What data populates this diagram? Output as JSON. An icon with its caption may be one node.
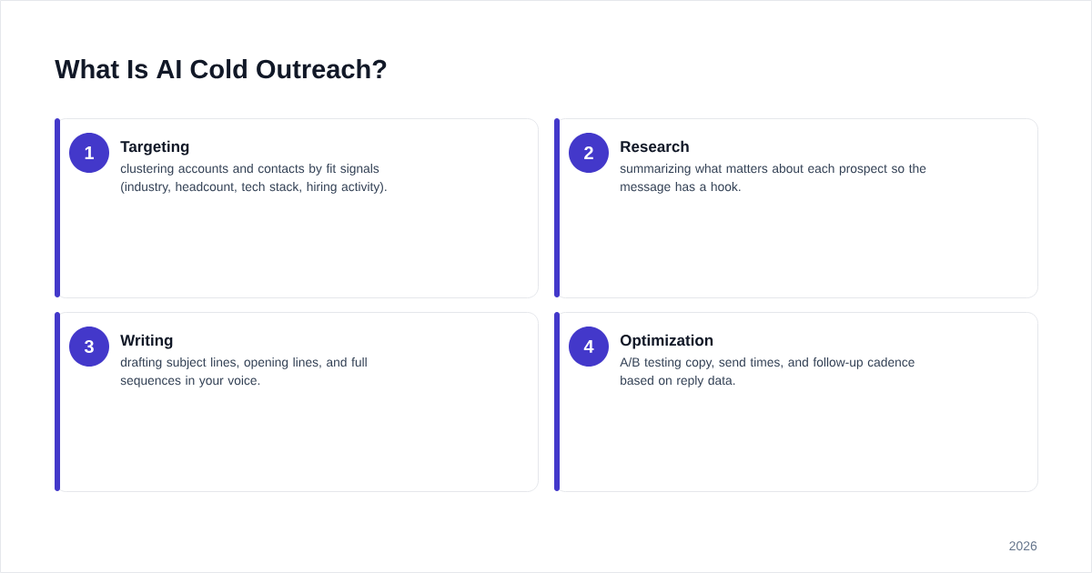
{
  "diagram": {
    "title": "What Is AI Cold Outreach?",
    "nodes": [
      {
        "text": [
          "Targeting",
          "clustering accounts and contacts by fit signals (industry, headcount, tech stack, hiring activity)."
        ]
      },
      {
        "text": [
          "1"
        ],
        "in": 0
      },
      {
        "text": [
          "Research",
          "summarizing what matters about each prospect so the message has a hook."
        ]
      },
      {
        "text": [
          "2"
        ],
        "in": 2
      },
      {
        "text": [
          "Writing",
          "drafting subject lines, opening lines, and full sequences in your voice."
        ]
      },
      {
        "text": [
          "3"
        ],
        "in": 4
      },
      {
        "text": [
          "Optimization",
          "A/B testing copy, send times, and follow-up cadence based on reply data."
        ]
      },
      {
        "text": [
          "4"
        ],
        "in": 6
      }
    ],
    "labels": [
      "2026"
    ]
  }
}
